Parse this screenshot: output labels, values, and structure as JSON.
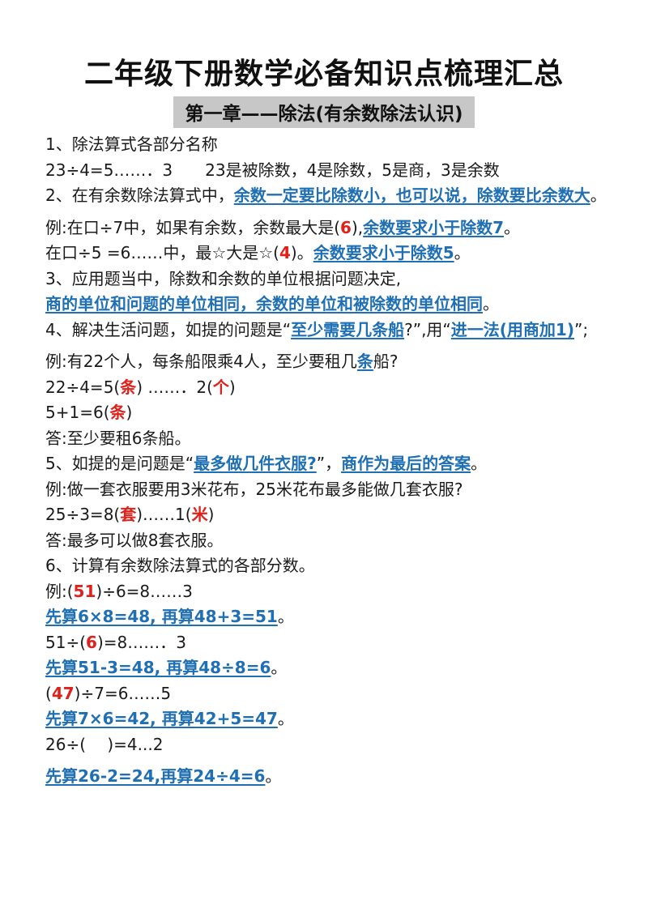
{
  "title": "二年级下册数学必备知识点梳理汇总",
  "chapter": "第一章——除法(有余数除法认识)",
  "s1": {
    "heading": "1、除法算式各部分名称",
    "example": "23÷4=5……．3　　23是被除数，4是除数，5是商，3是余数"
  },
  "s2": {
    "intro": "2、在有余数除法算式中，",
    "rule": "余数一定要比除数小，也可以说，除数要比余数大",
    "end": "。",
    "ex1_a": "例:在口÷7中，如果有余数，余数最大是(",
    "ex1_ans": "6",
    "ex1_b": "),",
    "ex1_rule": "余数要求小于除数7",
    "ex1_end": "。",
    "ex2_a": "在口÷5 =6……中，最☆大是☆(",
    "ex2_ans": "4",
    "ex2_b": ")。",
    "ex2_rule": "余数要求小于除数5",
    "ex2_end": "。"
  },
  "s3": {
    "heading": "3、应用题当中，除数和余数的单位根据问题决定,",
    "rule": "商的单位和问题的单位相同，余数的单位和被除数的单位相同",
    "end": "。"
  },
  "s4": {
    "a": "4、解决生活问题，如提的问题是“",
    "q": "至少需要几条船",
    "b": "?”,用“",
    "method": "进一法(用商加1)",
    "c": "”;",
    "example": "例:有22个人，每条船限乘4人，至少要租几",
    "example_unit": "条",
    "example_end": "船?",
    "calc1_a": "22÷4=5(",
    "calc1_u1": "条",
    "calc1_b": ")  ……．2(",
    "calc1_u2": "个",
    "calc1_c": ")",
    "calc2_a": "5+1=6(",
    "calc2_u": "条",
    "calc2_b": ")",
    "answer": "答:至少要租6条船。"
  },
  "s5": {
    "a": "5、如提的是问题是“",
    "q": "最多做几件衣服?",
    "b": "”，",
    "rule": "商作为最后的答案",
    "end": "。",
    "example": "例:做一套衣服要用3米花布，25米花布最多能做几套衣服?",
    "calc_a": "25÷3=8(",
    "calc_u1": "套",
    "calc_b": ")……1(",
    "calc_u2": "米",
    "calc_c": ")",
    "answer": "答:最多可以做8套衣服。"
  },
  "s6": {
    "heading": "6、计算有余数除法算式的各部分数。",
    "e1_a": "例:(",
    "e1_ans": "51",
    "e1_b": ")÷6=8……3",
    "e1_sol": "先算6×8=48, 再算48+3=51",
    "e1_end": "。",
    "e2_a": "51÷(",
    "e2_ans": "6",
    "e2_b": ")=8……．3",
    "e2_sol": "先算51-3=48, 再算48÷8=6",
    "e2_end": "。",
    "e3_a": "(",
    "e3_ans": "47",
    "e3_b": ")÷7=6……5",
    "e3_sol": "先算7×6=42, 再算42+5=47",
    "e3_end": "。",
    "e4": "26÷(　 )=4...2",
    "e4_sol": "先算26-2=24,再算24÷4=6",
    "e4_end": "。"
  }
}
